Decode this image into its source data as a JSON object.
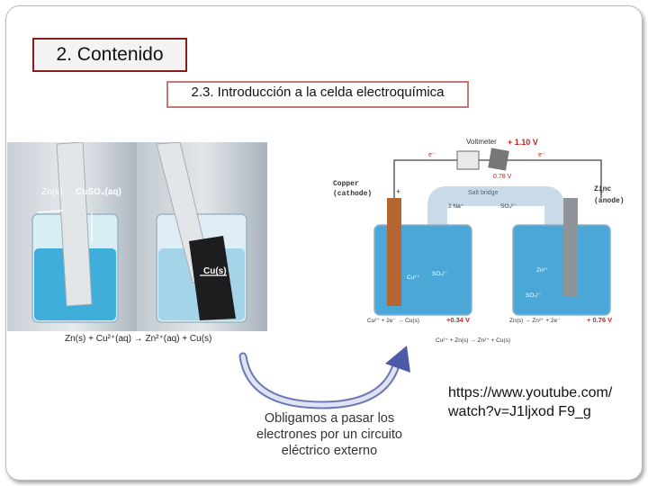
{
  "header": {
    "title": "2. Contenido"
  },
  "subheader": {
    "title": "2.3. Introducción a la celda electroquímica"
  },
  "photos": {
    "left": {
      "label_zn": "Zn(s)",
      "label_cuso4": "CuSO₄(aq)"
    },
    "right": {
      "label_cu": "Cu(s)"
    },
    "reaction": "Zn(s) + Cu²⁺(aq) → Zn²⁺(aq) + Cu(s)"
  },
  "cell_diagram": {
    "voltmeter": "Voltmeter",
    "voltage_total": "+ 1.10 V",
    "voltage_mid": "0.78 V",
    "salt_bridge": "Salt bridge",
    "copper_label_1": "Copper",
    "copper_label_2": "(cathode)",
    "zinc_label_1": "Zinc",
    "zinc_label_2": "(anode)",
    "electron": "e⁻",
    "plus_sign": "+",
    "minus_sign": "−",
    "na": "2 Na⁺",
    "so4_bridge": "SO₄²⁻",
    "cu2": "Cu²⁺",
    "so4_left": "SO₄²⁻",
    "zn2": "Zn²⁺",
    "so4_right": "SO₄²⁻",
    "half_cu": "Cu²⁺ + 2e⁻ → Cu(s)",
    "e_cu": "+0.34 V",
    "half_zn": "Zn(s) → Zn²⁺ + 2e⁻",
    "e_zn": "+ 0.76 V",
    "overall": "Cu²⁺ + Zn(s) → Zn²⁺ + Cu(s)",
    "colors": {
      "solution": "#4aa7d8",
      "copper": "#b5652f",
      "zinc": "#8f9499",
      "accent_red": "#c0241c"
    }
  },
  "caption": "Obligamos a pasar los electrones por un circuito eléctrico externo",
  "link": "https://www.youtube.com/watch?v=J1ljxod F9_g"
}
